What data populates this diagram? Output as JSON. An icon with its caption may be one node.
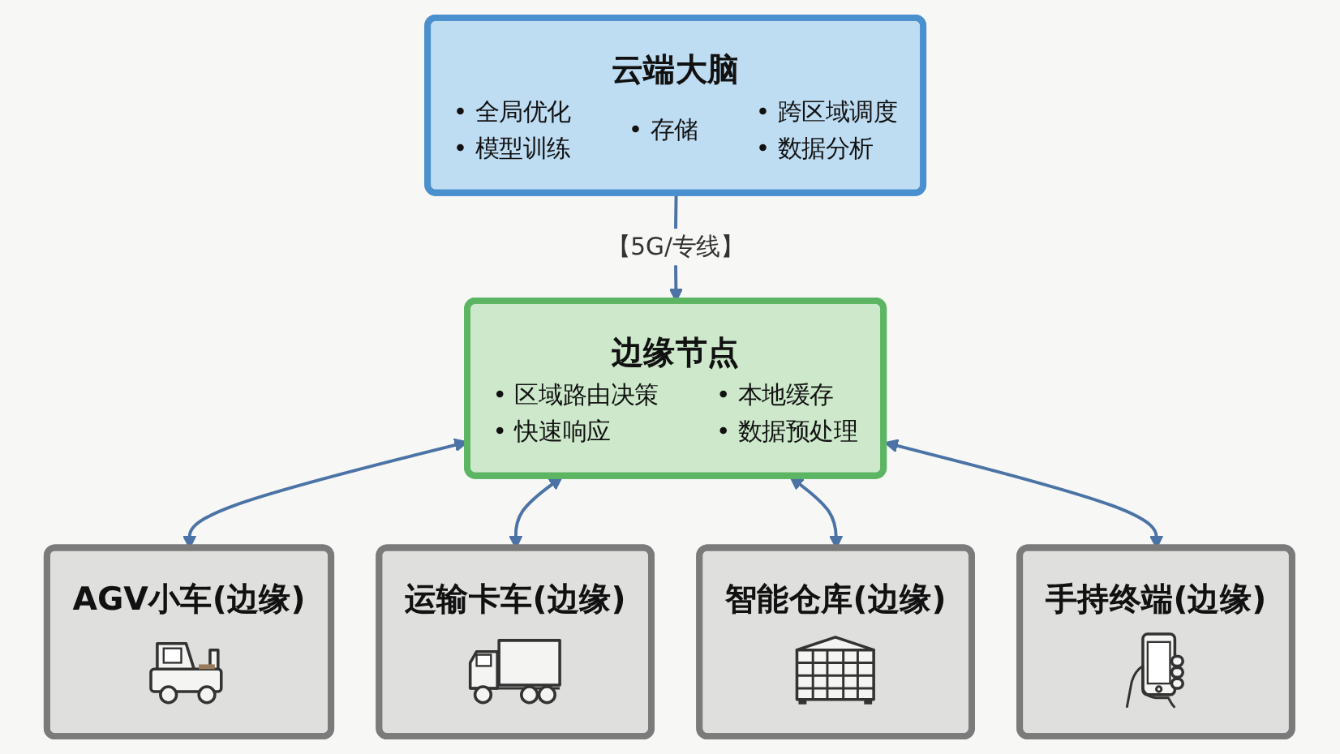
{
  "diagram": {
    "nodes": [
      {
        "text": [
          "云端大脑",
          "• 全局优化",
          "• 模型训练",
          "• 存储",
          "• 跨区域调度",
          "• 数据分析"
        ]
      },
      {
        "text": [
          "边缘节点",
          "• 区域路由决策",
          "• 快速响应",
          "• 本地缓存",
          "• 数据预处理"
        ]
      },
      {
        "text": [
          "AGV小车(边缘)"
        ]
      },
      {
        "text": [
          "运输卡车(边缘)"
        ]
      },
      {
        "text": [
          "智能仓库(边缘)"
        ]
      },
      {
        "text": [
          "手持终端(边缘)"
        ]
      }
    ],
    "edges": [
      {
        "from": 0,
        "to": 1,
        "arrow": "to",
        "label": "【5G/专线】"
      },
      {
        "from": 1,
        "to": 2,
        "arrow": "both"
      },
      {
        "from": 1,
        "to": 3,
        "arrow": "both"
      },
      {
        "from": 1,
        "to": 4,
        "arrow": "both"
      },
      {
        "from": 1,
        "to": 5,
        "arrow": "both"
      }
    ]
  }
}
